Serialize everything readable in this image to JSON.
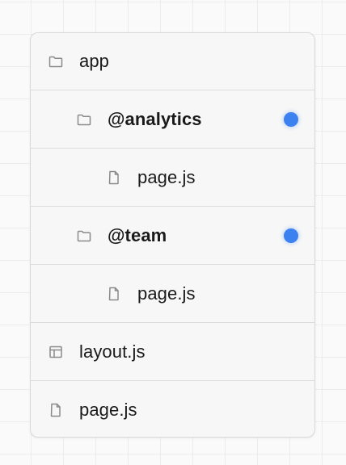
{
  "colors": {
    "accent_dot": "#3b82f0",
    "text": "#1a1a1a",
    "icon": "#8a8a8a"
  },
  "tree": {
    "items": [
      {
        "label": "app",
        "icon": "folder-icon",
        "depth": 0,
        "bold": false,
        "marked": false
      },
      {
        "label": "@analytics",
        "icon": "folder-icon",
        "depth": 1,
        "bold": true,
        "marked": true
      },
      {
        "label": "page.js",
        "icon": "file-icon",
        "depth": 2,
        "bold": false,
        "marked": false
      },
      {
        "label": "@team",
        "icon": "folder-icon",
        "depth": 1,
        "bold": true,
        "marked": true
      },
      {
        "label": "page.js",
        "icon": "file-icon",
        "depth": 2,
        "bold": false,
        "marked": false
      },
      {
        "label": "layout.js",
        "icon": "layout-icon",
        "depth": 0,
        "bold": false,
        "marked": false
      },
      {
        "label": "page.js",
        "icon": "file-icon",
        "depth": 0,
        "bold": false,
        "marked": false
      }
    ]
  }
}
